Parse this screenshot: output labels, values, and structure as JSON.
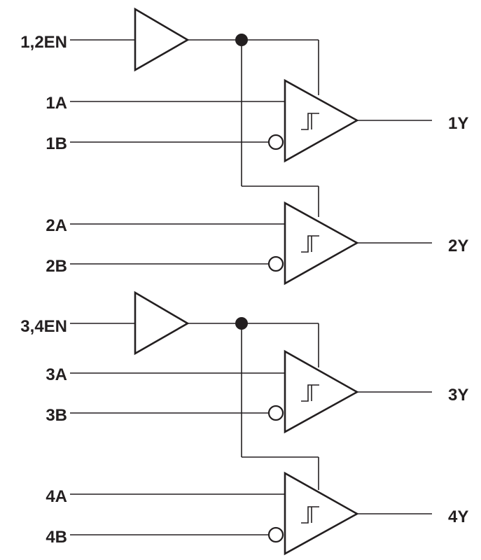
{
  "diagram": {
    "enables": [
      {
        "label": "1,2EN"
      },
      {
        "label": "3,4EN"
      }
    ],
    "receivers": [
      {
        "a": "1A",
        "b": "1B",
        "y": "1Y"
      },
      {
        "a": "2A",
        "b": "2B",
        "y": "2Y"
      },
      {
        "a": "3A",
        "b": "3B",
        "y": "3Y"
      },
      {
        "a": "4A",
        "b": "4B",
        "y": "4Y"
      }
    ],
    "colors": {
      "ink": "#231f20",
      "background": "#ffffff"
    }
  }
}
